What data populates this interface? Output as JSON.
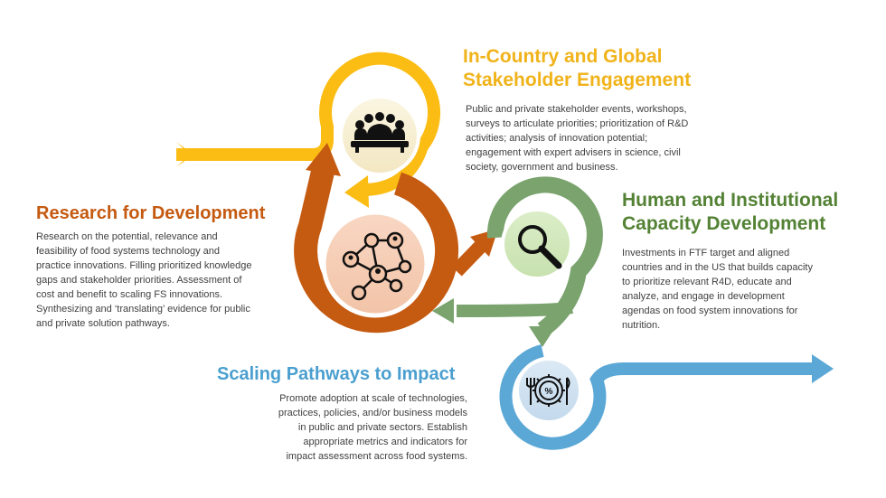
{
  "sections": {
    "engagement": {
      "title_lines": [
        "In-Country and Global",
        "Stakeholder Engagement"
      ],
      "body_lines": [
        "Public and private stakeholder events, workshops,",
        "surveys to articulate priorities; prioritization of R&D",
        "activities; analysis of innovation potential;",
        "engagement with expert advisers in science, civil",
        "society, government and business."
      ],
      "color": "#f0b31a",
      "icon": "people-meeting-icon"
    },
    "research": {
      "title": "Research for Development",
      "body_lines": [
        "Research on the potential, relevance and",
        "feasibility of food systems technology and",
        "practice innovations. Filling prioritized knowledge",
        "gaps and stakeholder priorities. Assessment of",
        "cost and benefit to scaling FS innovations.",
        "Synthesizing and ‘translating’ evidence for public",
        "and private solution pathways."
      ],
      "color": "#c55a11",
      "icon": "network-icon"
    },
    "capacity": {
      "title_lines": [
        "Human and Institutional",
        "Capacity Development"
      ],
      "body_lines": [
        "Investments in FTF target and aligned",
        "countries and in the US that builds capacity",
        "to prioritize relevant R4D, educate and",
        "analyze, and engage in development",
        "agendas on food system innovations for",
        "nutrition."
      ],
      "color": "#7aa36e",
      "icon": "magnifier-icon"
    },
    "scaling": {
      "title": "Scaling Pathways to Impact",
      "body_lines": [
        "Promote adoption at scale of technologies,",
        "practices, policies, and/or business models",
        "in public and private sectors. Establish",
        "appropriate metrics and indicators for",
        "impact assessment across food systems."
      ],
      "color": "#5ba8d6",
      "icon": "food-gear-icon"
    }
  }
}
